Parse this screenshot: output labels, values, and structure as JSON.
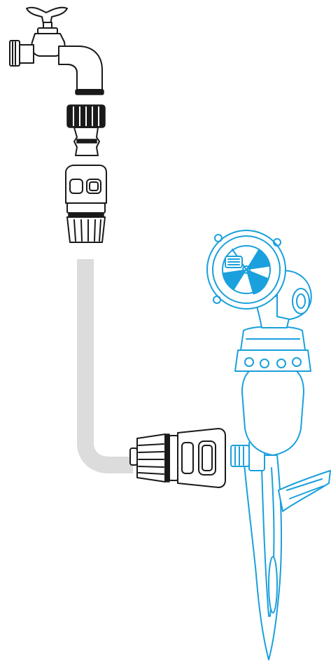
{
  "colors": {
    "outline": "#1a1a1a",
    "accent_blue": "#1aa0dc",
    "hose": "#dcdcdc",
    "background": "#ffffff"
  },
  "components": [
    {
      "name": "outdoor-tap",
      "icon": "tap-icon",
      "color": "#1a1a1a"
    },
    {
      "name": "tap-adaptor",
      "icon": "threaded-adaptor-icon",
      "color": "#1a1a1a"
    },
    {
      "name": "hose-connector-upper",
      "icon": "quick-connector-icon",
      "color": "#1a1a1a"
    },
    {
      "name": "garden-hose",
      "icon": "hose-icon",
      "color": "#dcdcdc"
    },
    {
      "name": "hose-connector-lower",
      "icon": "quick-connector-icon",
      "color": "#1a1a1a"
    },
    {
      "name": "spike-sprinkler",
      "icon": "sprinkler-icon",
      "color": "#1aa0dc"
    }
  ]
}
